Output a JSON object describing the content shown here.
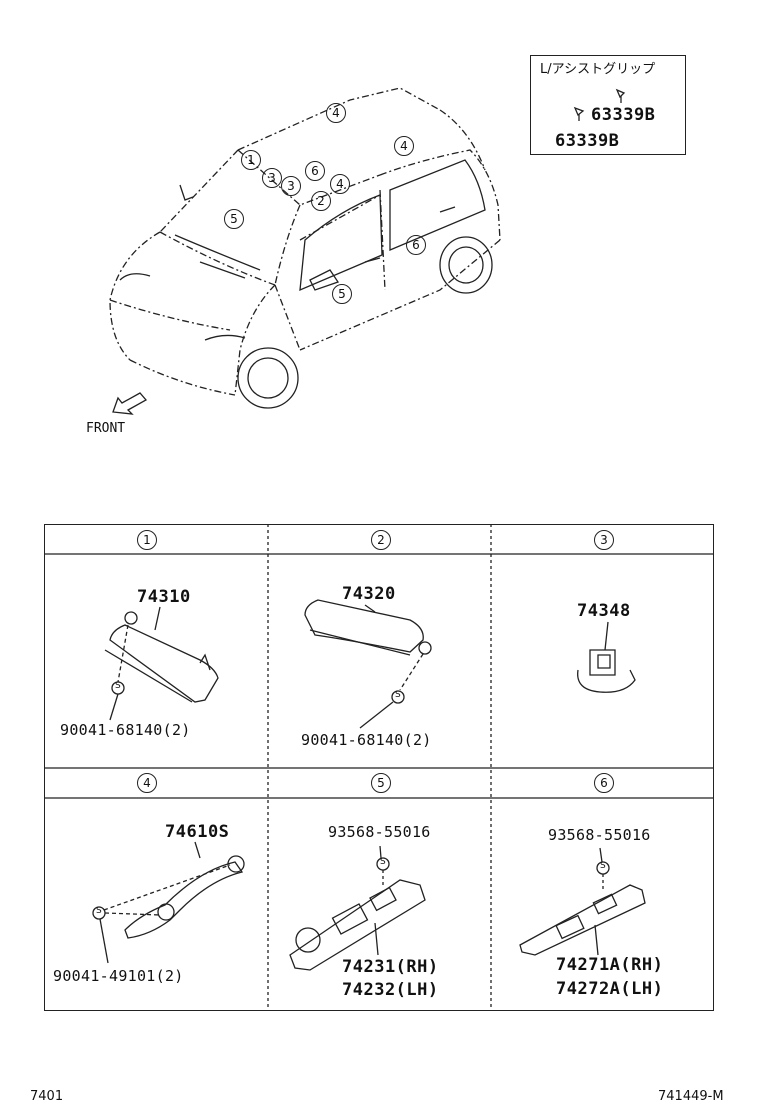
{
  "car_callouts": [
    "4",
    "4",
    "1",
    "3",
    "3",
    "6",
    "4",
    "2",
    "5",
    "6",
    "5"
  ],
  "front_label": "FRONT",
  "inset": {
    "title": "L/アシストグリップ",
    "part_a": "63339B",
    "part_b": "63339B"
  },
  "cells": [
    {
      "num": "1",
      "part": "74310",
      "screw": "90041-68140(2)"
    },
    {
      "num": "2",
      "part": "74320",
      "screw": "90041-68140(2)"
    },
    {
      "num": "3",
      "part": "74348"
    },
    {
      "num": "4",
      "part": "74610S",
      "screw": "90041-49101(2)"
    },
    {
      "num": "5",
      "screw": "93568-55016",
      "part_rh": "74231(RH)",
      "part_lh": "74232(LH)"
    },
    {
      "num": "6",
      "screw": "93568-55016",
      "part_rh": "74271A(RH)",
      "part_lh": "74272A(LH)"
    }
  ],
  "screw_symbol": "S",
  "footer": {
    "left": "7401",
    "right": "741449-M"
  }
}
